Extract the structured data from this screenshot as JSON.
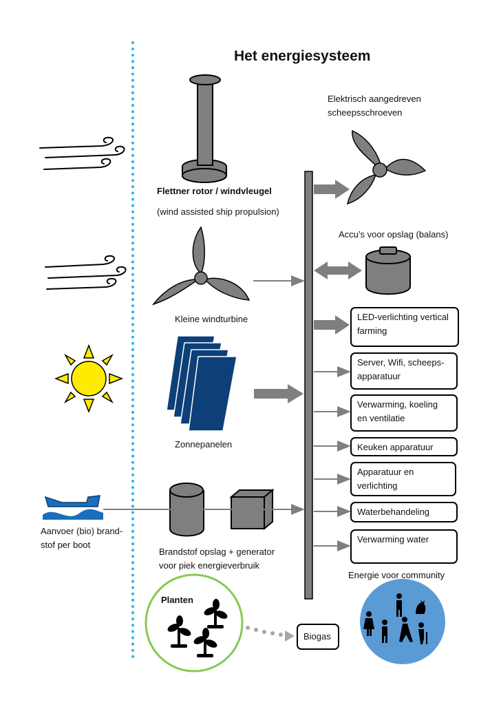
{
  "title": "Het energiesysteem",
  "colors": {
    "equipment_gray": "#7f7f7f",
    "divider_blue": "#29b6e8",
    "solar_panel": "#0d3f78",
    "sun_yellow": "#ffeb00",
    "plants_circle": "#86c94d",
    "community_circle": "#5b9bd5",
    "boat_blue": "#1a6fbd",
    "arrow_gray": "#7f7f7f"
  },
  "sources": {
    "flettner_title": "Flettner rotor / windvleugel",
    "flettner_subtitle": "(wind assisted ship propulsion)",
    "wind_turbine": "Kleine windturbine",
    "solar": "Zonnepanelen",
    "boat_line1": "Aanvoer (bio) brand-",
    "boat_line2": "stof per boot",
    "fuel_line1": "Brandstof opslag + generator",
    "fuel_line2": "voor piek energieverbruik"
  },
  "consumers": {
    "propellers_line1": "Elektrisch aangedreven",
    "propellers_line2": "scheepsschroeven",
    "battery": "Accu’s voor opslag (balans)",
    "boxes": [
      {
        "line1": "LED-verlichting vertical",
        "line2": "farming"
      },
      {
        "line1": "Server, Wifi, scheeps-",
        "line2": "apparatuur"
      },
      {
        "line1": "Verwarming, koeling",
        "line2": "en ventilatie"
      },
      {
        "line1": "Keuken apparatuur",
        "line2": ""
      },
      {
        "line1": "Apparatuur en",
        "line2": "verlichting"
      },
      {
        "line1": "Waterbehandeling",
        "line2": ""
      },
      {
        "line1": "Verwarming water",
        "line2": ""
      }
    ],
    "community": "Energie voor community"
  },
  "plants": {
    "label": "Planten",
    "biogas": "Biogas"
  },
  "icons": [
    "wind-gust-icon",
    "sun-icon",
    "ship-icon",
    "flettner-rotor-icon",
    "wind-turbine-icon",
    "solar-panel-icon",
    "fuel-tank-icon",
    "generator-icon",
    "propeller-icon",
    "battery-icon",
    "plant-icon",
    "person-icon",
    "cat-icon"
  ]
}
